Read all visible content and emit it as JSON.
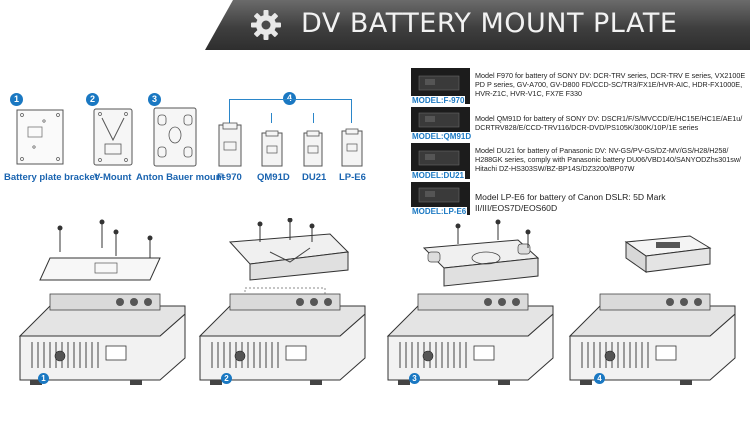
{
  "banner": {
    "title": "DV BATTERY MOUNT PLATE",
    "icon": "gear-icon",
    "bg_color": "#3f3f3f"
  },
  "parts": [
    {
      "number": "1",
      "label": "Battery plate bracket"
    },
    {
      "number": "2",
      "label": "V-Mount"
    },
    {
      "number": "3",
      "label": "Anton Bauer mount"
    },
    {
      "number": "4",
      "label": ""
    }
  ],
  "plates": [
    {
      "label": "F-970"
    },
    {
      "label": "QM91D"
    },
    {
      "label": "DU21"
    },
    {
      "label": "LP-E6"
    }
  ],
  "models": [
    {
      "tag": "MODEL:F-970",
      "desc": "Model F970 for battery of SONY DV: DCR-TRV series, DCR-TRV E series, VX2100E PD P series, GV-A700, GV-D800 FD/CCD-SC/TR3/FX1E/HVR-AIC, HDR-FX1000E, HVR-Z1C, HVR-V1C, FX7E F330"
    },
    {
      "tag": "MODEL:QM91D",
      "desc": "Model QM91D for battery of SONY DV: DSCR1/F/S/MVCCD/E/HC15E/HC1E/AE1u/ DCRTRV828/E/CCD-TRV116/DCR-DVD/PS105K/300K/10P/1E series"
    },
    {
      "tag": "MODEL:DU21",
      "desc": "Model DU21 for battery of Panasonic DV: NV-GS/PV-GS/DZ-MV/GS/H28/H258/ H288GK series, comply with Panasonic battery DU06/VBD140/SANYODZhs301sw/ Hitachi DZ-HS303SW/BZ-BP14S/DZ3200/BP07W"
    },
    {
      "tag": "MODEL:LP-E6",
      "desc": "Model LP-E6 for battery of Canon DSLR: 5D Mark II/III/EOS7D/EOS60D"
    }
  ],
  "steps": [
    {
      "number": "1"
    },
    {
      "number": "2"
    },
    {
      "number": "3"
    },
    {
      "number": "4"
    }
  ],
  "colors": {
    "accent": "#1a78c2",
    "label": "#1a64b0"
  }
}
